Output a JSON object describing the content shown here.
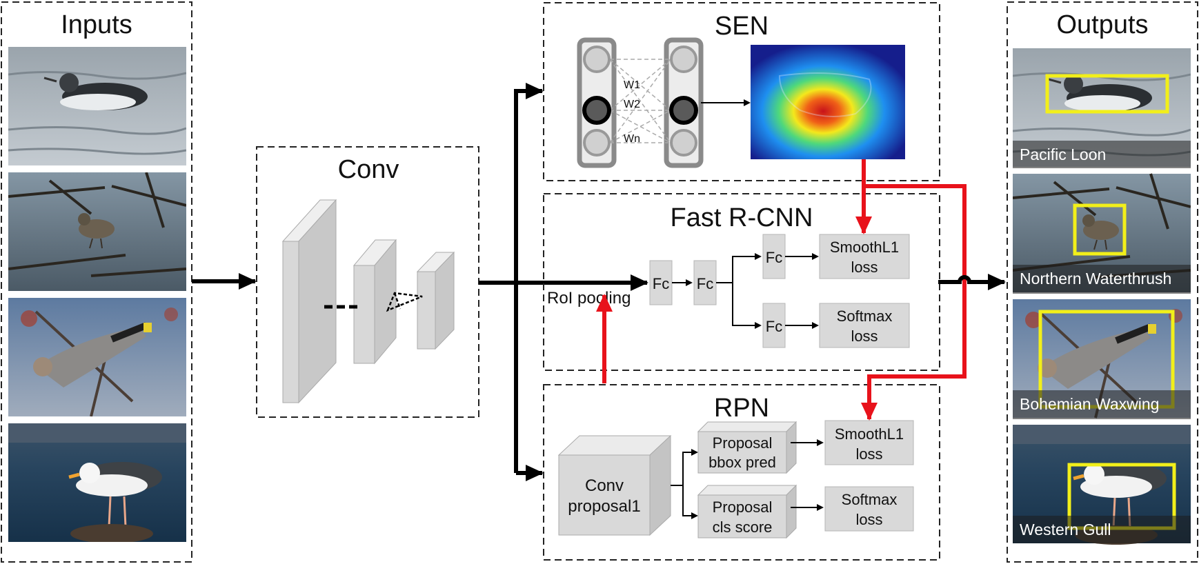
{
  "inputs": {
    "title": "Inputs",
    "images": [
      "Pacific Loon photo",
      "Northern Waterthrush photo",
      "Bohemian Waxwing photo",
      "Western Gull photo"
    ]
  },
  "conv": {
    "title": "Conv"
  },
  "sen": {
    "title": "SEN",
    "weights": [
      "W1",
      "W2",
      "Wn"
    ]
  },
  "fast_rcnn": {
    "title": "Fast R-CNN",
    "roi_label": "RoI pooling",
    "fc_label": "Fc",
    "loss_bbox": [
      "SmoothL1",
      "loss"
    ],
    "loss_cls": [
      "Softmax",
      "loss"
    ]
  },
  "rpn": {
    "title": "RPN",
    "conv_proposal": [
      "Conv",
      "proposal1"
    ],
    "bbox_pred": [
      "Proposal",
      "bbox pred"
    ],
    "cls_score": [
      "Proposal",
      "cls score"
    ],
    "loss_bbox": [
      "SmoothL1",
      "loss"
    ],
    "loss_cls": [
      "Softmax",
      "loss"
    ]
  },
  "outputs": {
    "title": "Outputs",
    "labels": [
      "Pacific Loon",
      "Northern Waterthrush",
      "Bohemian Waxwing",
      "Western Gull"
    ]
  },
  "colors": {
    "arrow": "#000000",
    "highlight_arrow": "#e8121b",
    "detection_box": "#f2ef1a"
  }
}
